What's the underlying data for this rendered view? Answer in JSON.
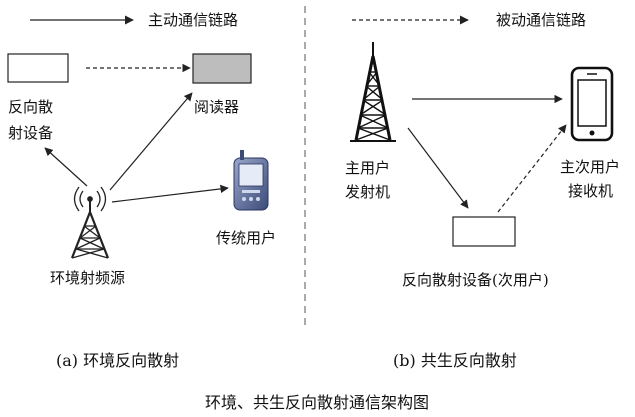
{
  "legend": {
    "active_link": "主动通信链路",
    "passive_link": "被动通信链路"
  },
  "left": {
    "backscatter_device": [
      "反向散",
      "射设备"
    ],
    "reader": "阅读器",
    "legacy_user": "传统用户",
    "ambient_source": "环境射频源",
    "caption": "(a)  环境反向散射"
  },
  "right": {
    "primary_transmitter": [
      "主用户",
      "发射机"
    ],
    "receiver": [
      "主次用户",
      "接收机"
    ],
    "backscatter_device": "反向散射设备(次用户)",
    "caption": "(b)  共生反向散射"
  },
  "figure_caption": "环境、共生反向散射通信架构图",
  "colors": {
    "stroke": "#222222",
    "device_fill": "#ffffff",
    "reader_fill": "#bdbdbd",
    "divider": "#555555"
  },
  "icons": {
    "tower_left": "radio-tower-icon",
    "tower_right": "cell-tower-icon",
    "legacy_phone": "handheld-device-icon",
    "smartphone": "smartphone-icon"
  }
}
